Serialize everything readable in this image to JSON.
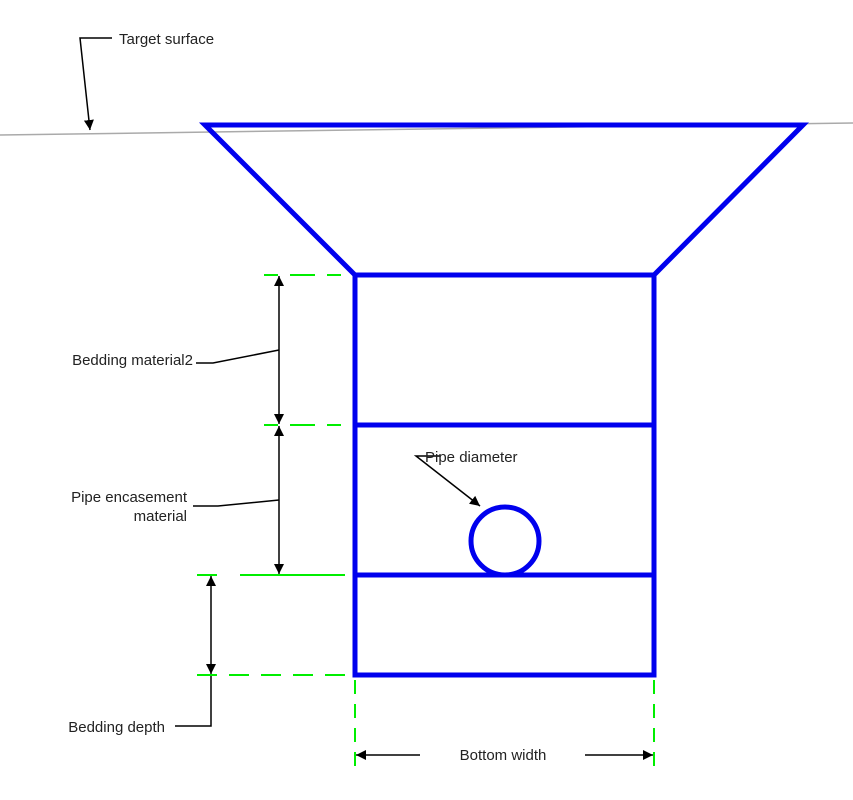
{
  "labels": {
    "target_surface": "Target surface",
    "bedding_material2": "Bedding material2",
    "pipe_encasement_line1": "Pipe encasement",
    "pipe_encasement_line2": "material",
    "pipe_diameter": "Pipe diameter",
    "bedding_depth": "Bedding depth",
    "bottom_width": "Bottom width"
  },
  "colors": {
    "trench": "#0000ee",
    "guide": "#00ee00",
    "surface": "#aaaaaa",
    "dimension": "#000000"
  }
}
